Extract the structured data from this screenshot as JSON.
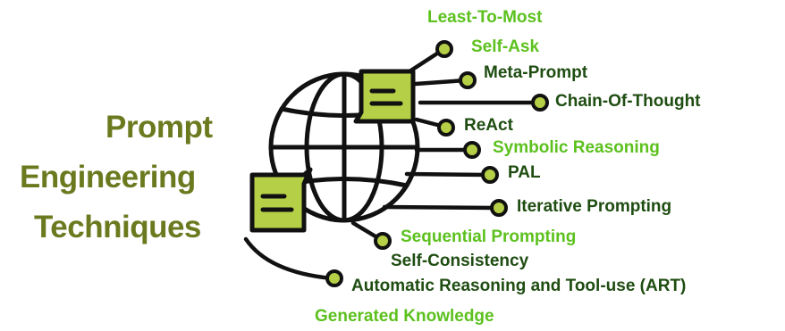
{
  "colors": {
    "title": "#6b7a1f",
    "dark_green": "#1f4d12",
    "bright_green": "#5cc11e",
    "node_fill": "#b5d046",
    "line": "#111111",
    "background": "#ffffff"
  },
  "title": {
    "lines": [
      "Prompt",
      "Engineering",
      "Techniques"
    ]
  },
  "icons": {
    "globe": "globe-icon",
    "chat_box": "chat-box-icon",
    "node": "node-dot-icon"
  },
  "techniques": [
    {
      "label": "Least-To-Most",
      "color": "bright_green"
    },
    {
      "label": "Self-Ask",
      "color": "bright_green"
    },
    {
      "label": "Meta-Prompt",
      "color": "dark_green"
    },
    {
      "label": "Chain-Of-Thought",
      "color": "dark_green"
    },
    {
      "label": "ReAct",
      "color": "dark_green"
    },
    {
      "label": "Symbolic Reasoning",
      "color": "bright_green"
    },
    {
      "label": "PAL",
      "color": "dark_green"
    },
    {
      "label": "Iterative Prompting",
      "color": "dark_green"
    },
    {
      "label": "Sequential Prompting",
      "color": "bright_green"
    },
    {
      "label": "Self-Consistency",
      "color": "dark_green"
    },
    {
      "label": "Automatic Reasoning and Tool-use (ART)",
      "color": "dark_green"
    },
    {
      "label": "Generated Knowledge",
      "color": "bright_green"
    }
  ]
}
